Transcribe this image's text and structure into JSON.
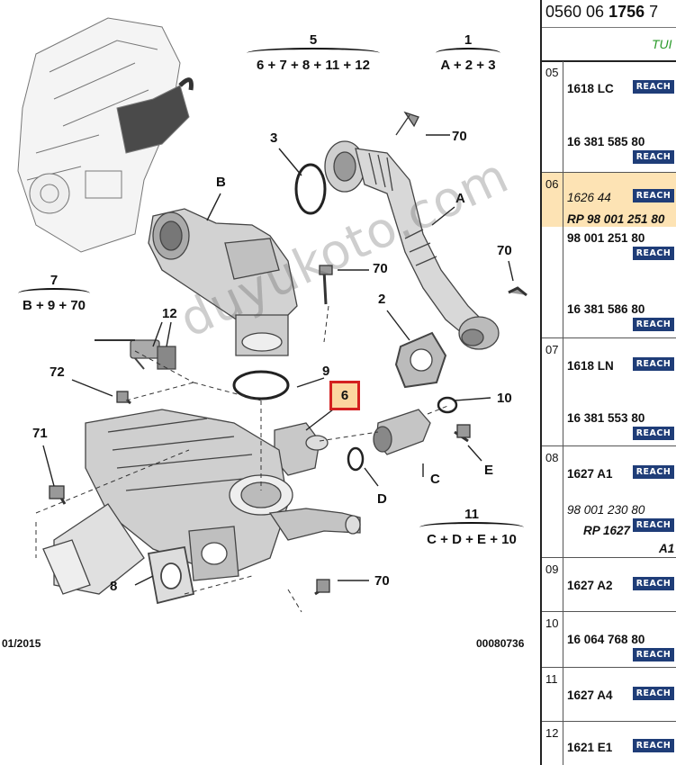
{
  "header": {
    "code_prefix": "0560 06",
    "code_bold": "1756",
    "code_suffix": "7",
    "subtitle": "TUI"
  },
  "diagram": {
    "groups": [
      {
        "num": "5",
        "formula": "6 + 7 + 8 + 11 + 12"
      },
      {
        "num": "1",
        "formula": "A + 2 + 3"
      },
      {
        "num": "7",
        "formula": "B + 9 + 70"
      },
      {
        "num": "11",
        "formula": "C + D + E + 10"
      }
    ],
    "labels": [
      "3",
      "70",
      "A",
      "B",
      "70",
      "70",
      "2",
      "12",
      "72",
      "9",
      "6",
      "10",
      "71",
      "C",
      "E",
      "D",
      "8",
      "70"
    ],
    "footer_left": "01/2015",
    "footer_right": "00080736",
    "watermark": "duyukoto.com"
  },
  "table": {
    "rows": [
      {
        "idx": "05",
        "entries": [
          {
            "text": "1618 LC",
            "style": "bold"
          },
          {
            "text": "16 381 585 80",
            "style": "bold"
          }
        ]
      },
      {
        "idx": "06",
        "selected": true,
        "entries": [
          {
            "text": "1626 44",
            "style": "italic"
          },
          {
            "text": "RP 98 001 251 80",
            "style": "italic-bold"
          },
          {
            "text": "98 001 251 80",
            "style": "bold"
          },
          {
            "text": "16 381 586 80",
            "style": "bold"
          }
        ]
      },
      {
        "idx": "07",
        "entries": [
          {
            "text": "1618 LN",
            "style": "bold"
          },
          {
            "text": "16 381 553 80",
            "style": "bold"
          }
        ]
      },
      {
        "idx": "08",
        "entries": [
          {
            "text": "1627 A1",
            "style": "bold"
          },
          {
            "text": "98 001 230 80",
            "style": "italic"
          },
          {
            "text": "RP 1627",
            "style": "italic-bold"
          },
          {
            "text": "A1",
            "style": "italic-bold"
          }
        ]
      },
      {
        "idx": "09",
        "entries": [
          {
            "text": "1627 A2",
            "style": "bold"
          }
        ]
      },
      {
        "idx": "10",
        "entries": [
          {
            "text": "16 064 768 80",
            "style": "bold"
          }
        ]
      },
      {
        "idx": "11",
        "entries": [
          {
            "text": "1627 A4",
            "style": "bold"
          }
        ]
      },
      {
        "idx": "12",
        "entries": [
          {
            "text": "1621 E1",
            "style": "bold"
          }
        ]
      }
    ],
    "badge": "REACH"
  },
  "colors": {
    "badge": "#1f3d78",
    "selected_row": "#fde3b4",
    "highlight_border": "#d42020",
    "subtitle": "#2a9a2a"
  }
}
